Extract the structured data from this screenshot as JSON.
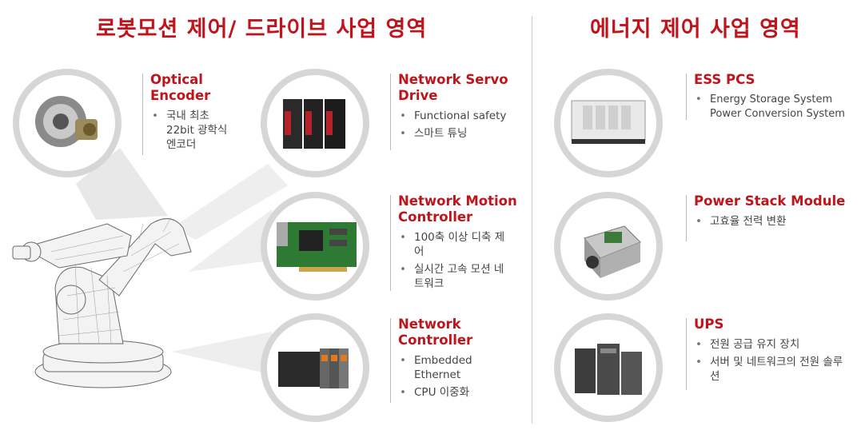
{
  "titles": {
    "left": "로봇모션 제어/ 드라이브 사업 영역",
    "right": "에너지 제어 사업 영역"
  },
  "products": [
    {
      "name": "Optical Encoder",
      "bullets": [
        "국내 최초 22bit 광학식 엔코더"
      ]
    },
    {
      "name": "Network Servo Drive",
      "bullets": [
        "Functional safety",
        "스마트 튜닝"
      ]
    },
    {
      "name": "Network Motion Controller",
      "bullets": [
        "100축 이상 디축 제어",
        "실시간 고속 모션 네트워크"
      ]
    },
    {
      "name": "Network Controller",
      "bullets": [
        "Embedded Ethernet",
        "CPU 이중화"
      ]
    },
    {
      "name": "ESS PCS",
      "bullets": [
        "Energy Storage System Power Conversion System"
      ]
    },
    {
      "name": "Power Stack Module",
      "bullets": [
        "고효율 전력 변환"
      ]
    },
    {
      "name": "UPS",
      "bullets": [
        "전원 공급 유지 장치",
        "서버 및 네트워크의 전원 솔루션"
      ]
    }
  ],
  "colors": {
    "accent": "#c0141c",
    "ring": "#d6d6d6",
    "beam": "#e6e6e6"
  },
  "icons": [
    "encoder-image",
    "servo-drive-image",
    "motion-board-image",
    "controller-image",
    "ess-cabinet-image",
    "power-stack-image",
    "ups-image",
    "robot-arm-image"
  ]
}
